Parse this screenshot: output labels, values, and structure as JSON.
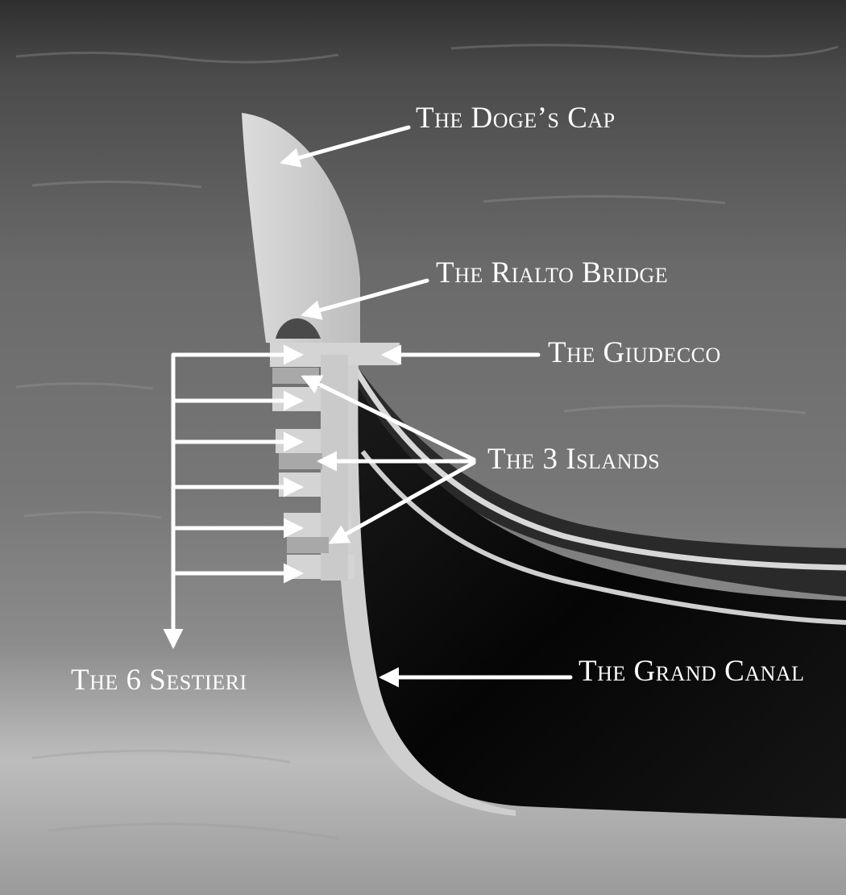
{
  "labels": {
    "doges_cap": "The Doge’s Cap",
    "rialto_bridge": "The Rialto Bridge",
    "giudecca": "The Giudecco",
    "three_islands": "The 3 Islands",
    "six_sestieri": "The 6 Sestieri",
    "grand_canal": "The Grand Canal"
  },
  "colors": {
    "annotation": "#ffffff",
    "hull": "#0b0b0b",
    "ferro": "#d2d2d2"
  }
}
